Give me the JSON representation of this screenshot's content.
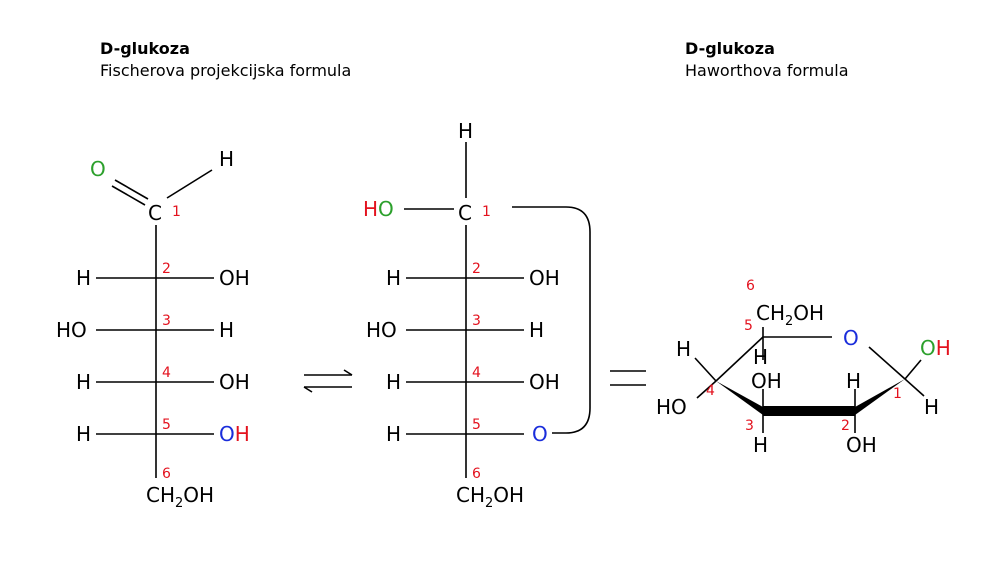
{
  "headers": {
    "left": {
      "name": "D-glukoza",
      "subtitle": "Fischerova projekcijska formula"
    },
    "right": {
      "name": "D-glukoza",
      "subtitle": "Haworthova formula"
    }
  },
  "colors": {
    "oxygen": "#2ca02c",
    "hydrogen_red": "#e3121e",
    "ring_oxygen": "#1a2ddb",
    "number": "#e3121e",
    "bond": "#000000"
  },
  "labels": {
    "H": "H",
    "OH": "OH",
    "HO": "HO",
    "O": "O",
    "C": "C",
    "CH": "CH",
    "sub2": "2",
    "n1": "1",
    "n2": "2",
    "n3": "3",
    "n4": "4",
    "n5": "5",
    "n6": "6"
  }
}
